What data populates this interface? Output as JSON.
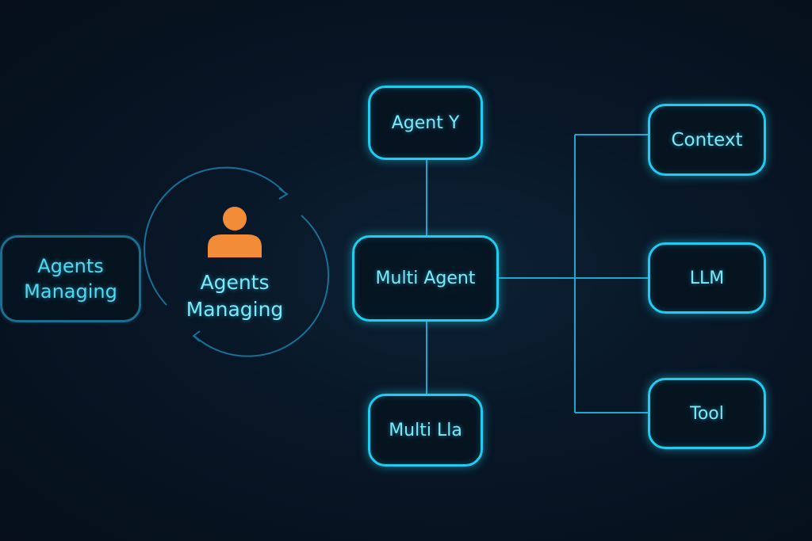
{
  "nodes": {
    "left_box": "Agents\nManaging",
    "cycle_label": "Agents\nManaging",
    "agent_y": "Agent Y",
    "multi_agent": "Multi Agent",
    "multi_lla": "Multi Lla",
    "context": "Context",
    "llm": "LLM",
    "tool": "Tool"
  },
  "colors": {
    "accent": "#1ecdf0",
    "person": "#f28c38",
    "background": "#081626"
  }
}
